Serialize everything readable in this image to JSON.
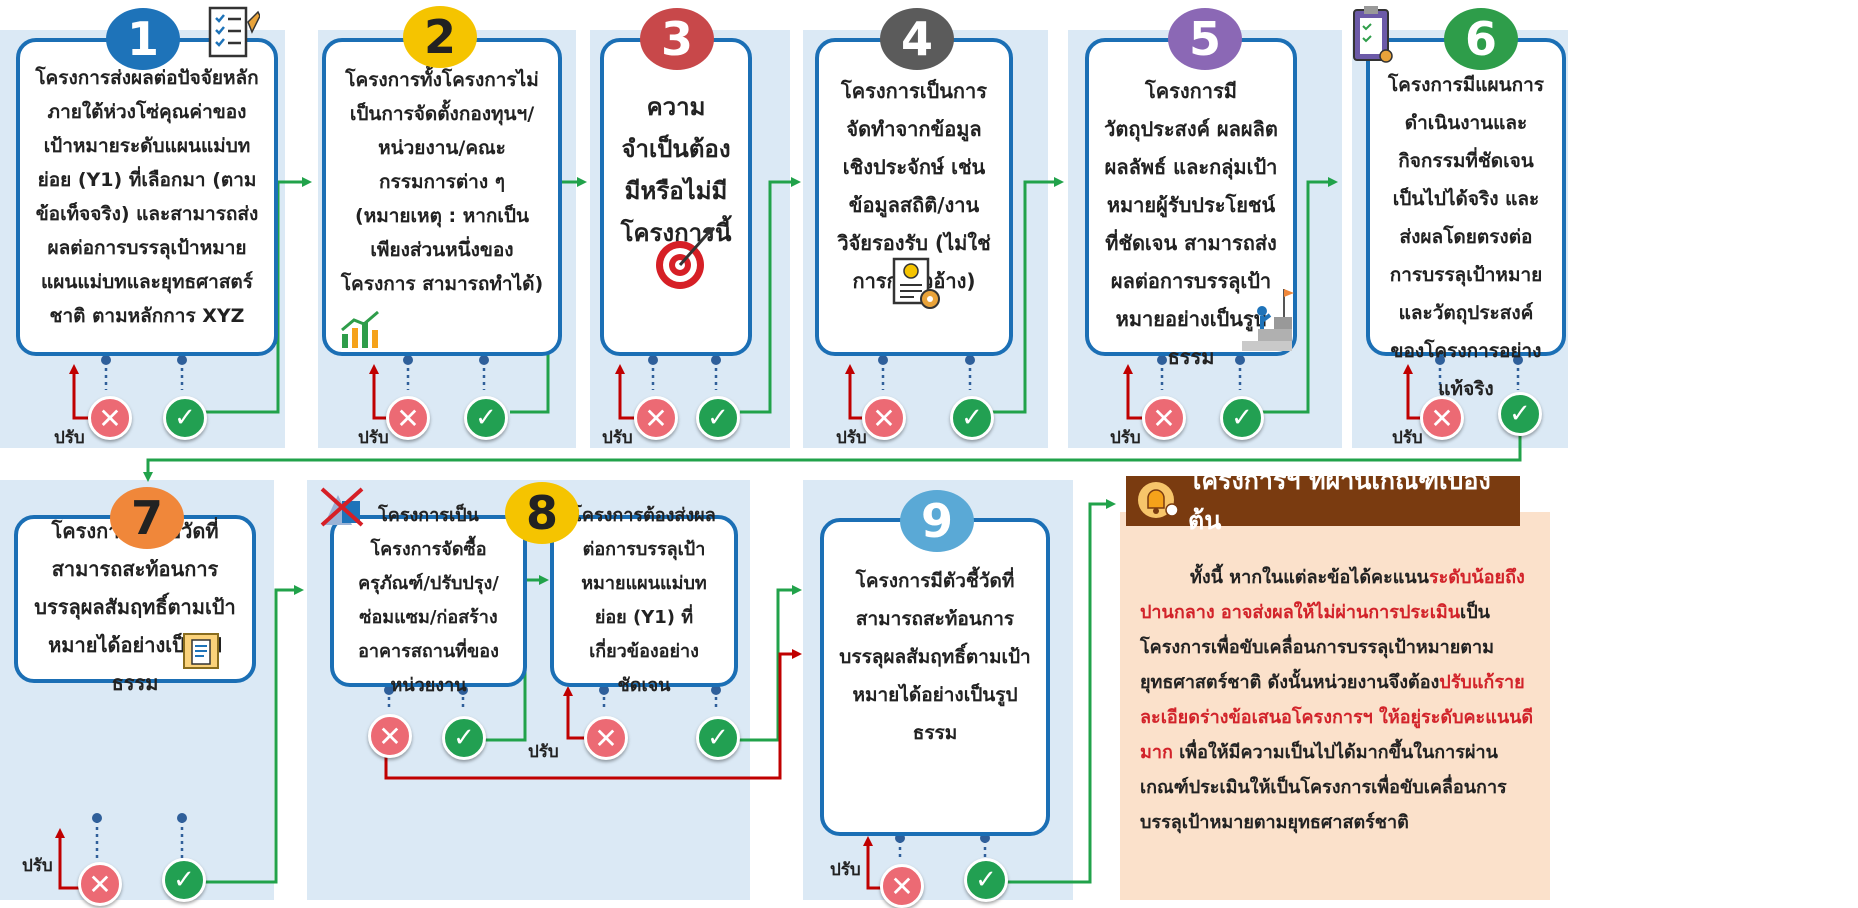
{
  "colors": {
    "card_border": "#1b6fb5",
    "panel_bg": "#dbe9f5",
    "arrow_green": "#21a24a",
    "arrow_red": "#c00000"
  },
  "steps": [
    {
      "num": "1",
      "color": "#1e73b9",
      "icon": "checklist-icon",
      "text": "โครงการส่งผลต่อปัจจัยหลักภายใต้ห่วงโซ่คุณค่าของเป้าหมายระดับแผนแม่บทย่อย (Y1) ที่เลือกมา (ตามข้อเท็จจริง) และสามารถส่งผลต่อการบรรลุเป้าหมายแผนแม่บทและยุทธศาสตร์ชาติ ตามหลักการ XYZ"
    },
    {
      "num": "2",
      "color": "#f5c400",
      "icon": "growth-chart-icon",
      "text": "โครงการทั้งโครงการไม่เป็นการจัดตั้งกองทุนฯ/หน่วยงาน/คณะกรรมการต่าง ๆ (หมายเหตุ : หากเป็นเพียงส่วนหนึ่งของโครงการ สามารถทำได้)"
    },
    {
      "num": "3",
      "color": "#c8484a",
      "icon": "target-icon",
      "text": "ความจำเป็นต้องมีหรือไม่มีโครงการนี้"
    },
    {
      "num": "4",
      "color": "#5b5b5b",
      "icon": "document-gear-icon",
      "text": "โครงการเป็นการจัดทำจากข้อมูลเชิงประจักษ์ เช่น ข้อมูลสถิติ/งานวิจัยรองรับ (ไม่ใช่การกล่าวอ้าง)"
    },
    {
      "num": "5",
      "color": "#8b68b5",
      "icon": "climb-goal-icon",
      "text": "โครงการมีวัตถุประสงค์ ผลผลิต ผลลัพธ์ และกลุ่มเป้าหมายผู้รับประโยชน์ที่ชัดเจน สามารถส่งผลต่อการบรรลุเป้าหมายอย่างเป็นรูปธรรม"
    },
    {
      "num": "6",
      "color": "#2e9d4a",
      "icon": "clipboard-icon",
      "text": "โครงการมีแผนการดำเนินงานและกิจกรรมที่ชัดเจน เป็นไปได้จริง และส่งผลโดยตรงต่อการบรรลุเป้าหมายและวัตถุประสงค์ของโครงการอย่างแท้จริง"
    },
    {
      "num": "7",
      "color": "#f0873a",
      "icon": "document-icon",
      "text": "โครงการมีตัวชี้วัดที่สามารถสะท้อนการบรรลุผลสัมฤทธิ์ตามเป้าหมายได้อย่างเป็นรูปธรรม"
    },
    {
      "num": "8",
      "color": "#f5c400",
      "icon": "no-construction-icon",
      "text_a": "โครงการเป็นโครงการจัดซื้อครุภัณฑ์/ปรับปรุง/ซ่อมแซม/ก่อสร้างอาคารสถานที่ของหน่วยงาน",
      "text_b": "โครงการต้องส่งผลต่อการบรรลุเป้าหมายแผนแม่บทย่อย (Y1) ที่เกี่ยวข้องอย่างชัดเจน"
    },
    {
      "num": "9",
      "color": "#5aa9d6",
      "icon": "",
      "text": "โครงการมีตัวชี้วัดที่สามารถสะท้อนการบรรลุผลสัมฤทธิ์ตามเป้าหมายได้อย่างเป็นรูปธรรม"
    }
  ],
  "adjust_label": "ปรับ",
  "fail_symbol": "✕",
  "pass_symbol": "✓",
  "note": {
    "title": "โครงการฯ ที่ผ่านเกณฑ์เบื้องต้น",
    "icon": "bell-icon",
    "p1": "ทั้งนี้ หากในแต่ละข้อได้คะแนน",
    "r1": "ระดับน้อยถึงปานกลาง อาจส่งผลให้ไม่ผ่านการประเมิน",
    "p2": "เป็นโครงการเพื่อขับเคลื่อนการบรรลุเป้าหมายตามยุทธศาสตร์ชาติ ดังนั้นหน่วยงานจึงต้อง",
    "r2": "ปรับแก้รายละเอียดร่างข้อเสนอโครงการฯ ให้อยู่ระดับคะแนนดีมาก",
    "p3": " เพื่อให้มีความเป็นไปได้มากขึ้นในการผ่านเกณฑ์ประเมินให้เป็นโครงการเพื่อขับเคลื่อนการบรรลุเป้าหมายตามยุทธศาสตร์ชาติ"
  }
}
